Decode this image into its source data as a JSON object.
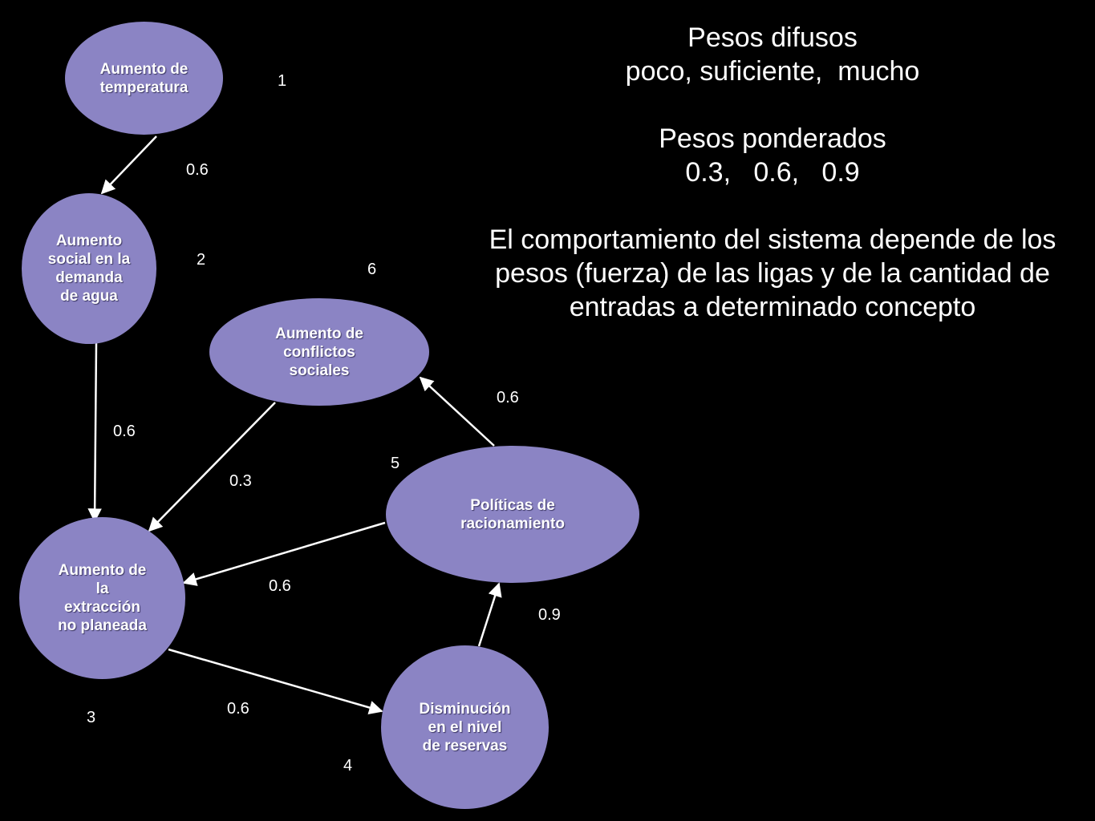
{
  "colors": {
    "background": "#000000",
    "node_fill": "#8b84c4",
    "edge": "#ffffff",
    "text": "#ffffff"
  },
  "nodes": [
    {
      "id": "n1",
      "label": "Aumento de\ntemperatura",
      "number": "1"
    },
    {
      "id": "n2",
      "label": "Aumento\nsocial en la\ndemanda\nde agua",
      "number": "2"
    },
    {
      "id": "n3",
      "label": "Aumento de\nla\nextracción\nno planeada",
      "number": "3"
    },
    {
      "id": "n4",
      "label": "Disminución\nen el nivel\nde reservas",
      "number": "4"
    },
    {
      "id": "n5",
      "label": "Políticas de\nracionamiento",
      "number": "5"
    },
    {
      "id": "n6",
      "label": "Aumento de\nconflictos\nsociales",
      "number": "6"
    }
  ],
  "edges": [
    {
      "from": "n1",
      "to": "n2",
      "weight": "0.6"
    },
    {
      "from": "n2",
      "to": "n3",
      "weight": "0.6"
    },
    {
      "from": "n6",
      "to": "n3",
      "weight": "0.3"
    },
    {
      "from": "n5",
      "to": "n3",
      "weight": "0.6"
    },
    {
      "from": "n3",
      "to": "n4",
      "weight": "0.6"
    },
    {
      "from": "n4",
      "to": "n5",
      "weight": "0.9"
    },
    {
      "from": "n5",
      "to": "n6",
      "weight": "0.6"
    }
  ],
  "notes": {
    "fuzzy_title": "Pesos difusos",
    "fuzzy_values": "poco, suficiente,  mucho",
    "weighted_title": "Pesos ponderados",
    "weighted_values": "0.3,   0.6,   0.9",
    "explanation": "El comportamiento del sistema depende de los pesos (fuerza) de las ligas y de la cantidad de entradas a determinado concepto"
  }
}
